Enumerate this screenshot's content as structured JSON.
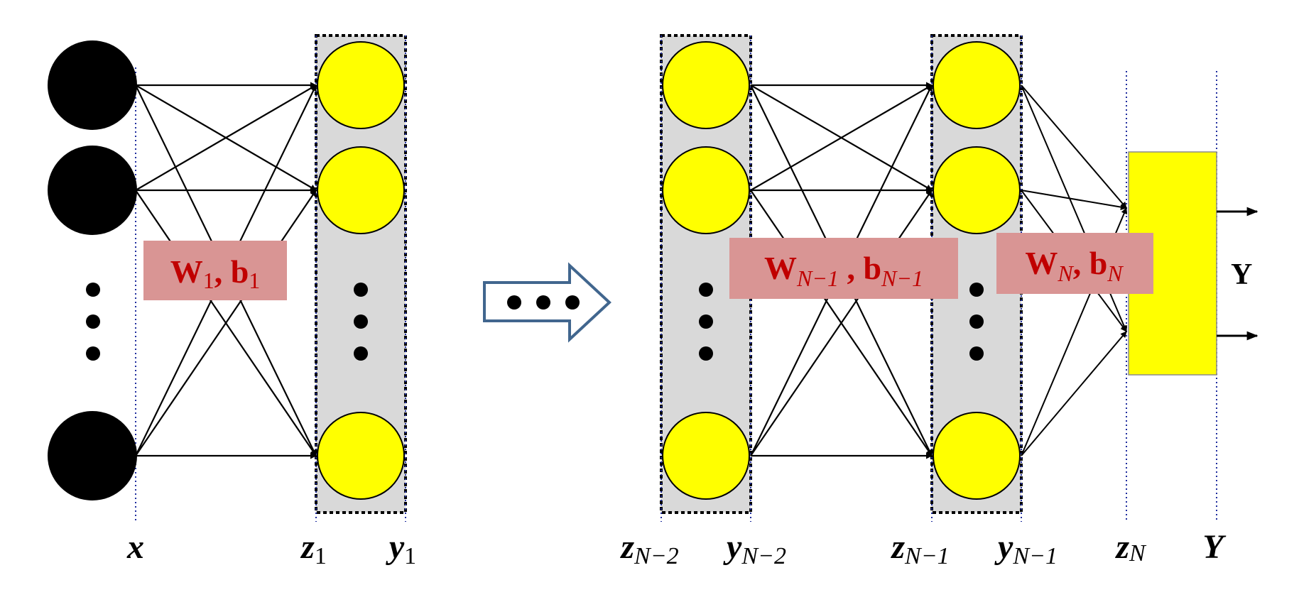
{
  "colors": {
    "input_neuron": "#000000",
    "neuron": "#ffff00",
    "layer_box": "#d9d9d9",
    "weight_box": "#d99594",
    "weight_text": "#c00000",
    "arrow_outline": "#41668e"
  },
  "weight_labels": {
    "layer1": {
      "main": "W",
      "sub": "1",
      "sep": ", ",
      "main2": "b",
      "sub2": "1"
    },
    "layerN1": {
      "main": "W",
      "sub": "N−1",
      "sep": " , ",
      "main2": "b",
      "sub2": "N−1"
    },
    "layerN": {
      "main": "W",
      "sub": "N",
      "sep": ", ",
      "main2": "b",
      "sub2": "N"
    }
  },
  "output_label": "Y",
  "bottom_labels": {
    "x": {
      "main": "x",
      "sub": ""
    },
    "z1": {
      "main": "z",
      "sub": "1"
    },
    "y1": {
      "main": "y",
      "sub": "1"
    },
    "zN2": {
      "main": "z",
      "sub": "N−2"
    },
    "yN2": {
      "main": "y",
      "sub": "N−2"
    },
    "zN1": {
      "main": "z",
      "sub": "N−1"
    },
    "yN1": {
      "main": "y",
      "sub": "N−1"
    },
    "zN": {
      "main": "z",
      "sub": "N"
    },
    "Y": {
      "main": "Y",
      "sub": ""
    }
  },
  "icons": {
    "ellipsis": "vertical-ellipsis-icon",
    "transition": "right-arrow-ellipsis-icon"
  }
}
